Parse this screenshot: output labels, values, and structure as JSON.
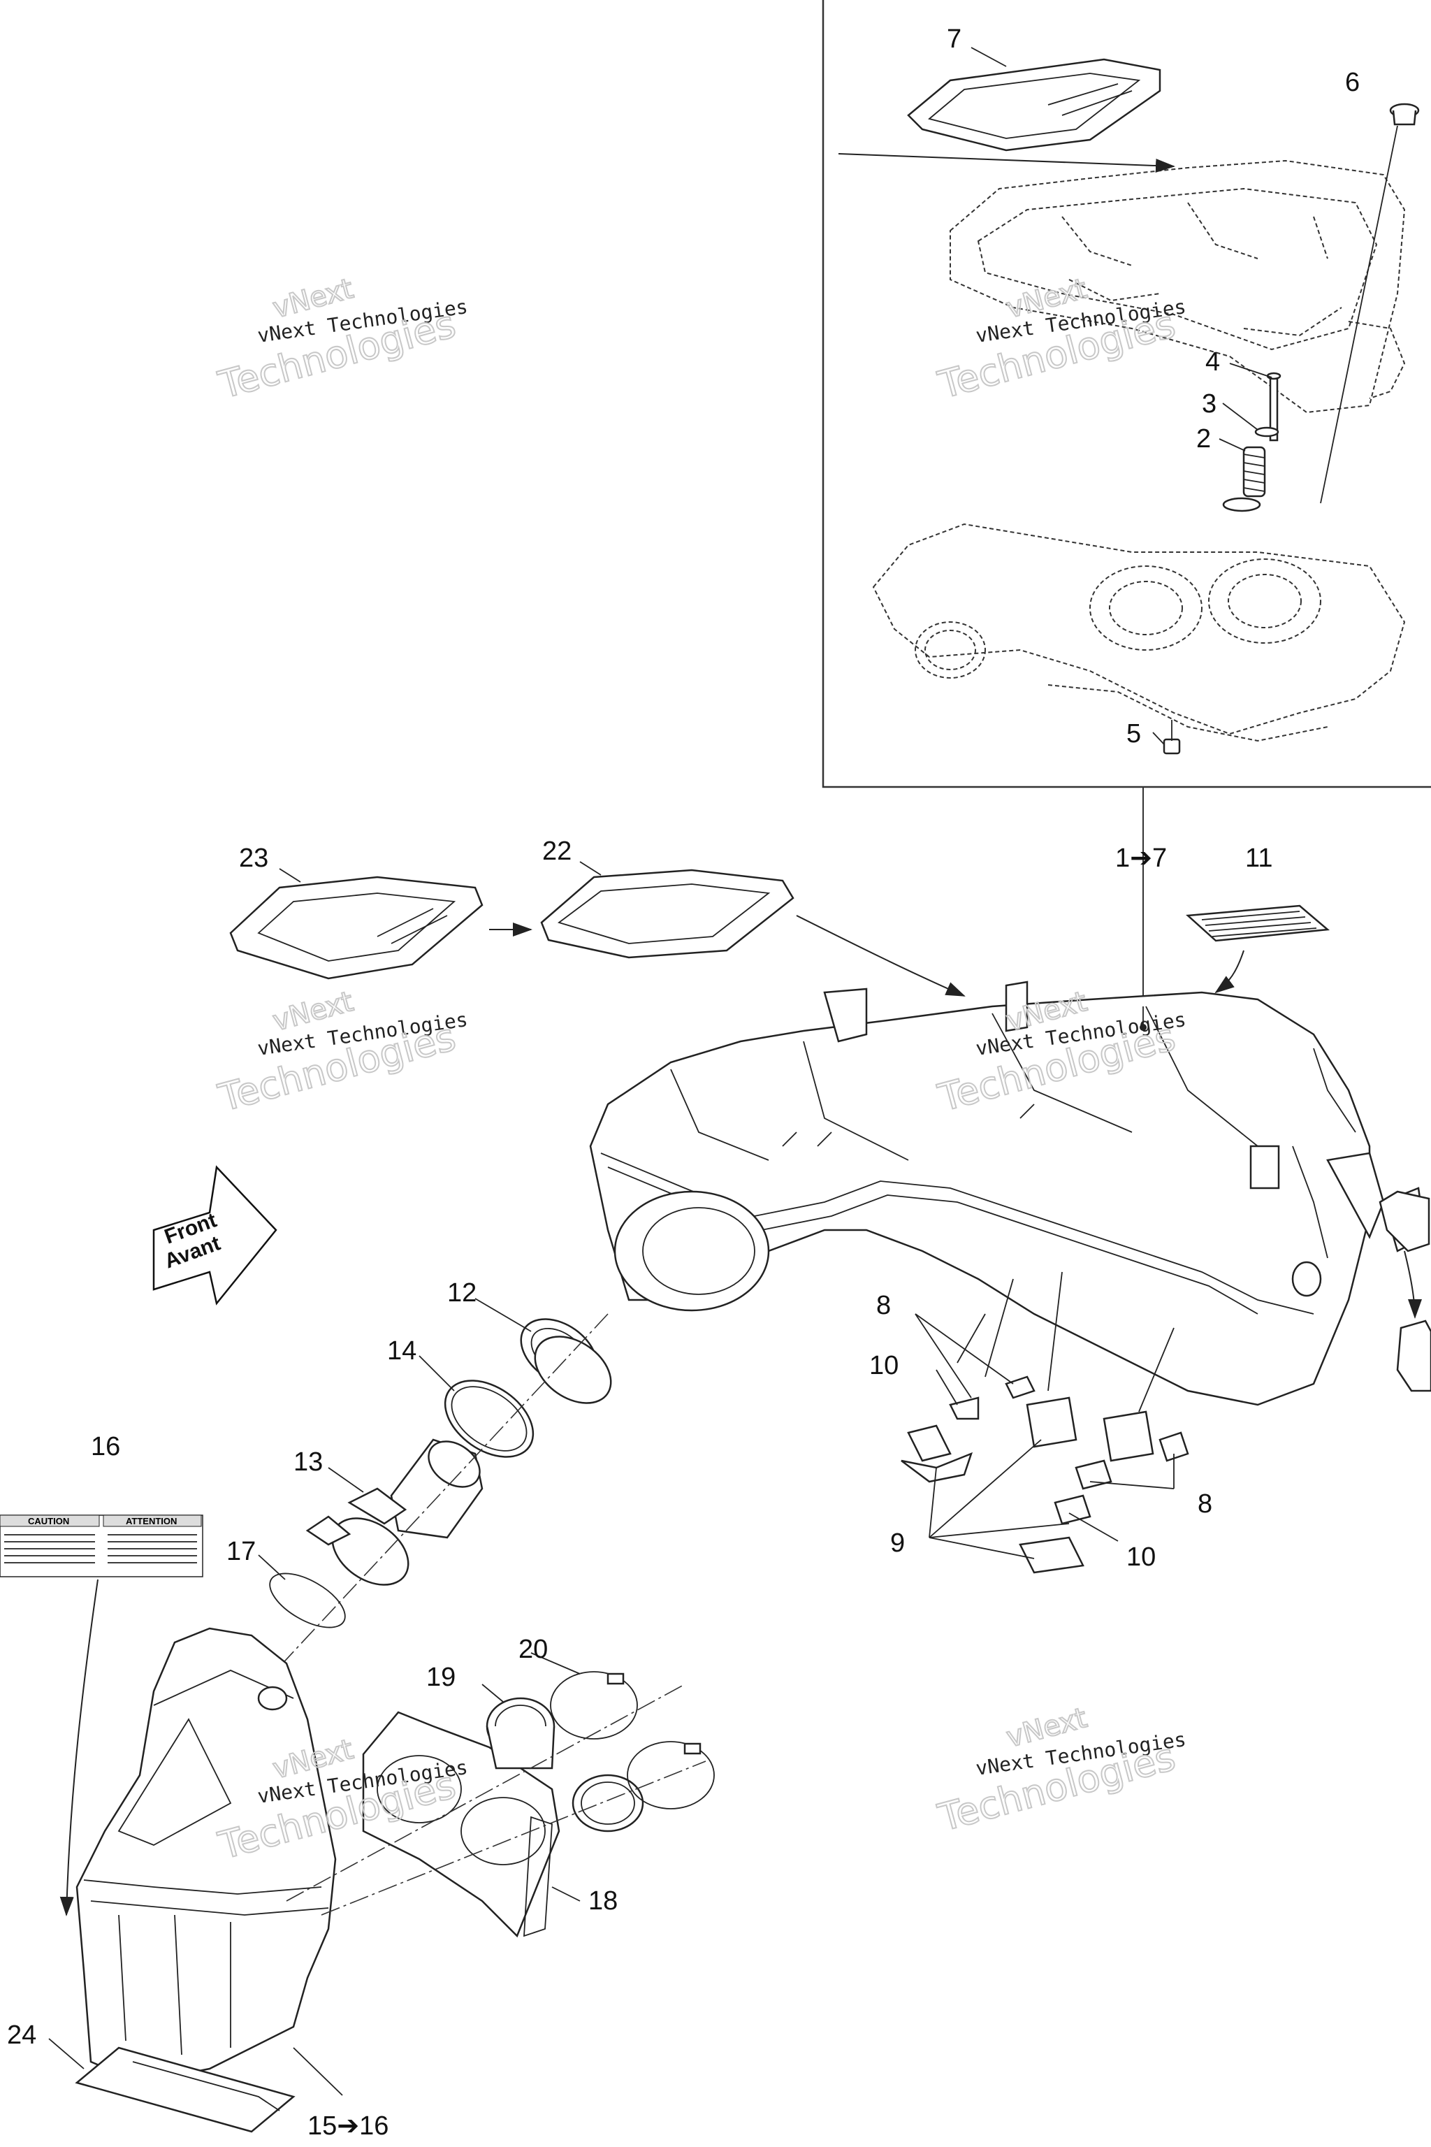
{
  "watermark": {
    "line1": "vNext",
    "line2": "vNext Technologies",
    "line3": "Technologies"
  },
  "callouts": [
    {
      "id": "c7",
      "text": "7"
    },
    {
      "id": "c6",
      "text": "6"
    },
    {
      "id": "c4",
      "text": "4"
    },
    {
      "id": "c3",
      "text": "3"
    },
    {
      "id": "c2",
      "text": "2"
    },
    {
      "id": "c5",
      "text": "5"
    },
    {
      "id": "c1to7",
      "text": "1➔7"
    },
    {
      "id": "c23",
      "text": "23"
    },
    {
      "id": "c22",
      "text": "22"
    },
    {
      "id": "c11",
      "text": "11"
    },
    {
      "id": "c12",
      "text": "12"
    },
    {
      "id": "c14",
      "text": "14"
    },
    {
      "id": "c13",
      "text": "13"
    },
    {
      "id": "c16",
      "text": "16"
    },
    {
      "id": "c17",
      "text": "17"
    },
    {
      "id": "c8a",
      "text": "8"
    },
    {
      "id": "c10a",
      "text": "10"
    },
    {
      "id": "c8b",
      "text": "8"
    },
    {
      "id": "c9",
      "text": "9"
    },
    {
      "id": "c10b",
      "text": "10"
    },
    {
      "id": "c20",
      "text": "20"
    },
    {
      "id": "c19",
      "text": "19"
    },
    {
      "id": "c18",
      "text": "18"
    },
    {
      "id": "c24",
      "text": "24"
    },
    {
      "id": "c15to16",
      "text": "15➔16"
    }
  ],
  "front_arrow": {
    "line1": "Front",
    "line2": "Avant"
  },
  "warning_label": {
    "left_header": "CAUTION",
    "right_header": "ATTENTION"
  }
}
